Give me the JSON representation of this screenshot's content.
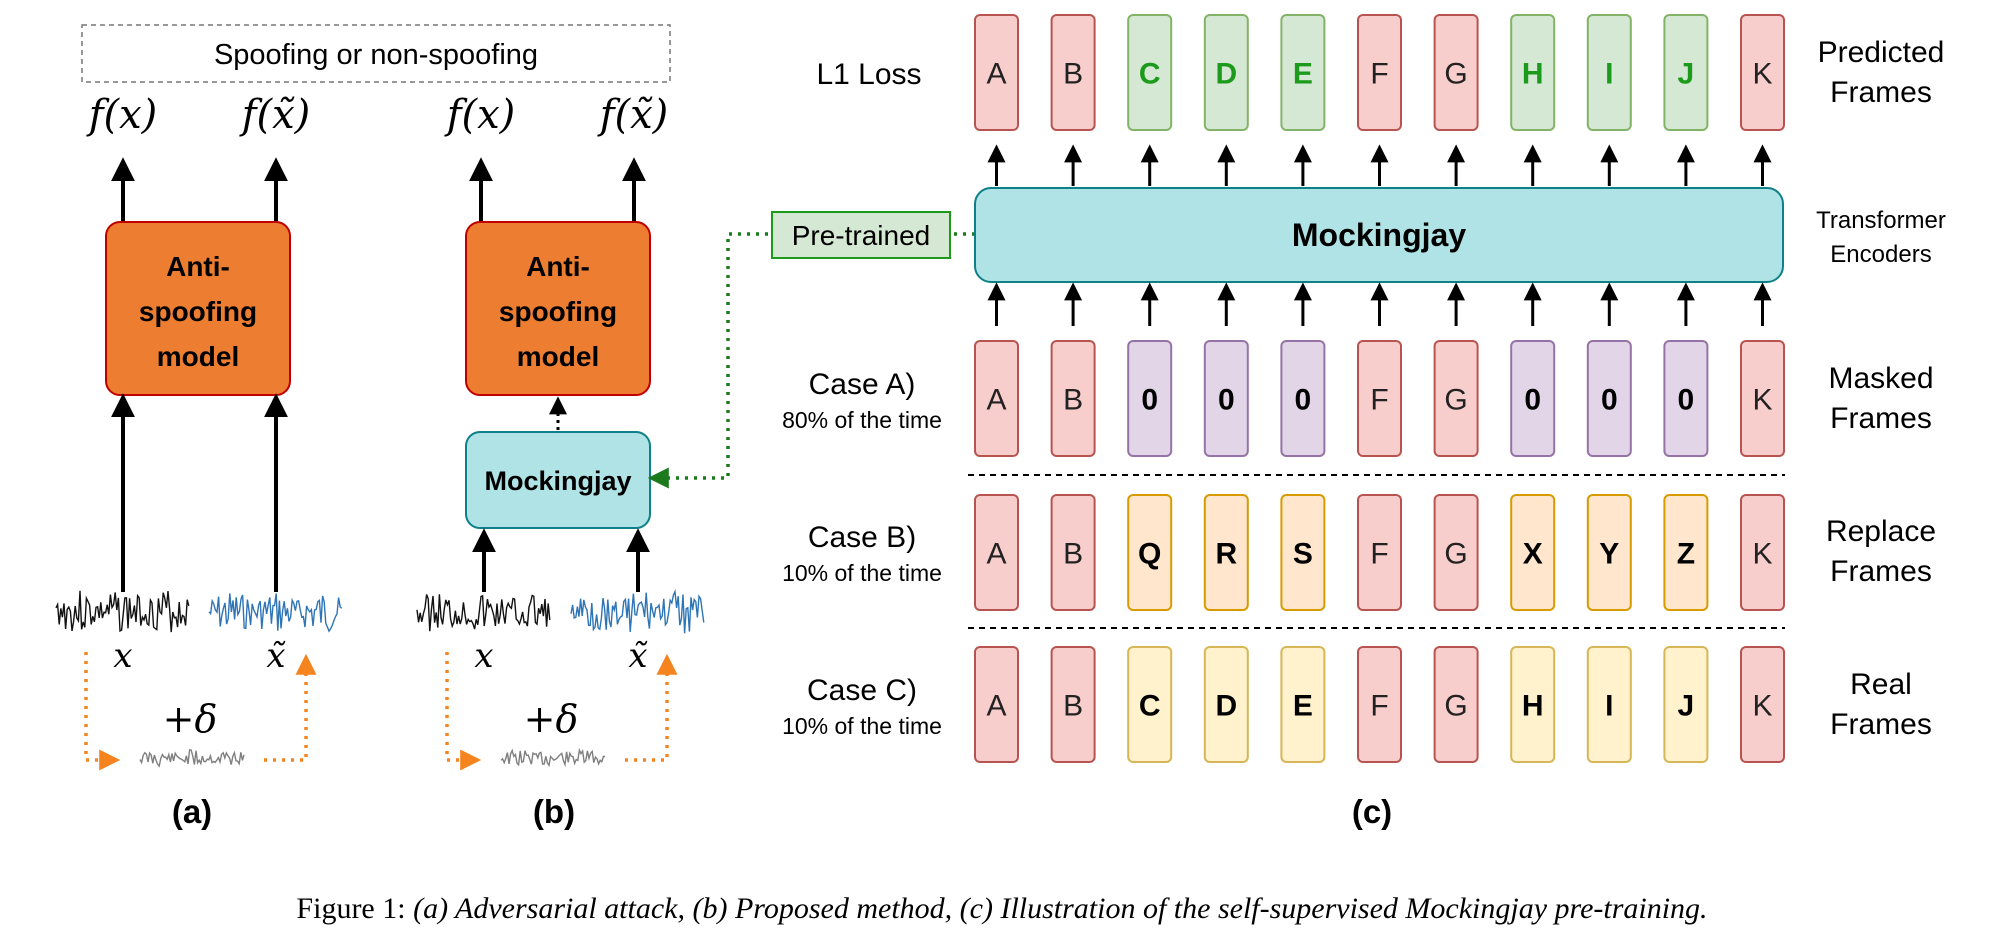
{
  "panel_a": {
    "output_label": "Spoofing or non-spoofing",
    "f_x": "f(x)",
    "f_xtilde": "f(x̃)",
    "model_label": [
      "Anti-",
      "spoofing",
      "model"
    ],
    "x_label": "x",
    "xtilde_label": "x̃",
    "delta_label": "+δ",
    "caption": "(a)"
  },
  "panel_b": {
    "f_x": "f(x)",
    "f_xtilde": "f(x̃)",
    "model_label": [
      "Anti-",
      "spoofing",
      "model"
    ],
    "mockingjay_label": "Mockingjay",
    "x_label": "x",
    "xtilde_label": "x̃",
    "delta_label": "+δ",
    "caption": "(b)"
  },
  "panel_c": {
    "loss_label": "L1 Loss",
    "pretrained_label": "Pre-trained",
    "encoder_label": "Mockingjay",
    "caption": "(c)",
    "right_labels": {
      "predicted": [
        "Predicted",
        "Frames"
      ],
      "transformer": [
        "Transformer",
        "Encoders"
      ],
      "masked": [
        "Masked",
        "Frames"
      ],
      "replace": [
        "Replace",
        "Frames"
      ],
      "real": [
        "Real",
        "Frames"
      ]
    },
    "cases": [
      {
        "name": "Case A)",
        "freq": "80% of the time"
      },
      {
        "name": "Case B)",
        "freq": "10% of the time"
      },
      {
        "name": "Case C)",
        "freq": "10% of the time"
      }
    ],
    "rows": {
      "predicted": [
        "A",
        "B",
        "C",
        "D",
        "E",
        "F",
        "G",
        "H",
        "I",
        "J",
        "K"
      ],
      "masked": [
        "A",
        "B",
        "0",
        "0",
        "0",
        "F",
        "G",
        "0",
        "0",
        "0",
        "K"
      ],
      "replace": [
        "A",
        "B",
        "Q",
        "R",
        "S",
        "F",
        "G",
        "X",
        "Y",
        "Z",
        "K"
      ],
      "real": [
        "A",
        "B",
        "C",
        "D",
        "E",
        "F",
        "G",
        "H",
        "I",
        "J",
        "K"
      ]
    }
  },
  "colors": {
    "orange_model": "#ED7D31",
    "cyan_encoder": "#B0E3E6",
    "red_frame": "#F8CECC",
    "green_frame": "#D5E8D4",
    "purple_frame": "#E1D5E7",
    "orange_frame": "#FFE6CC",
    "yellow_frame": "#FFF2CC",
    "pretrained_box": "#D5E8D4",
    "dotted_green": "#1B7A1B",
    "dotted_orange": "#F5841F"
  },
  "figure_caption": {
    "prefix": "Figure 1: ",
    "text": "(a) Adversarial attack, (b) Proposed method, (c) Illustration of the self-supervised Mockingjay pre-training."
  }
}
